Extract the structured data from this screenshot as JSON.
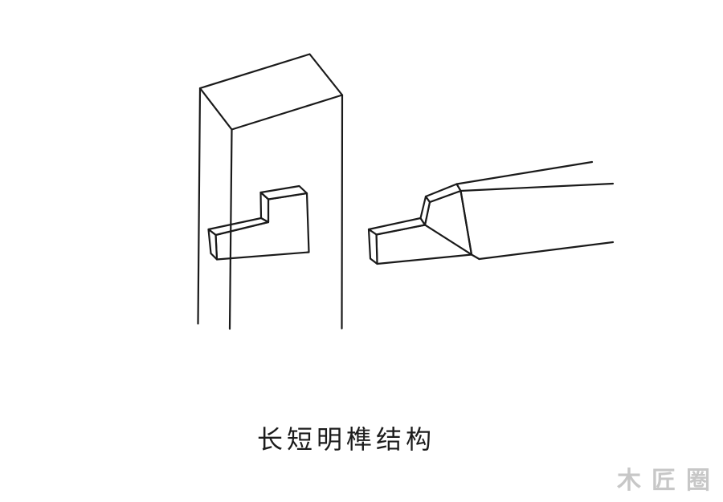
{
  "figure": {
    "caption": "长短明榫结构",
    "watermark": "木匠圈"
  },
  "colors": {
    "background": "#ffffff",
    "line": "#1a1a1a",
    "face_fill": "#ffffff",
    "caption_text": "#1c1c1c",
    "watermark_text": "#c7c7c7"
  },
  "diagram": {
    "left_object": "vertical post with protruding stepped through-tenon",
    "right_object": "horizontal rail with long-short stepped tenon"
  }
}
